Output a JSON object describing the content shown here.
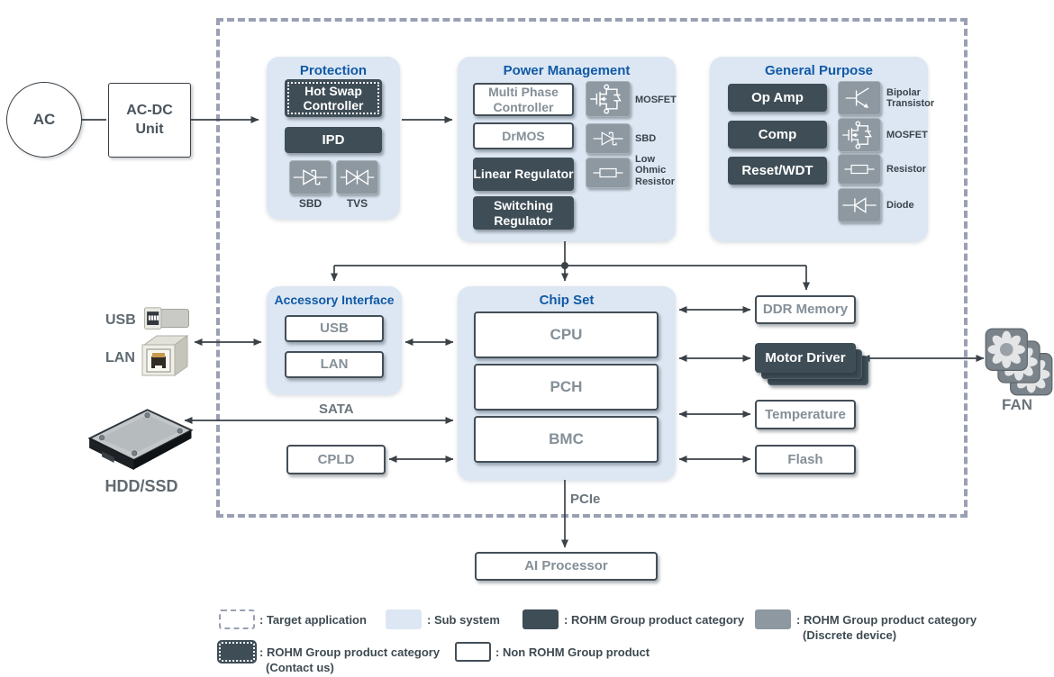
{
  "colors": {
    "panel_blue": "#dce7f3",
    "title_blue": "#1159a6",
    "rohm_dark": "#3e4d56",
    "discrete_grey": "#8d98a0",
    "line_grey": "#3a4147",
    "dashed_border": "#99a0b2"
  },
  "ac": {
    "source": "AC",
    "unit": "AC-DC Unit"
  },
  "protection": {
    "title": "Protection",
    "hot_swap": "Hot Swap Controller",
    "ipd": "IPD",
    "devices": [
      {
        "label": "SBD"
      },
      {
        "label": "TVS"
      }
    ]
  },
  "power": {
    "title": "Power Management",
    "multi_phase": "Multi Phase Controller",
    "drmos": "DrMOS",
    "linear_regulator": "Linear Regulator",
    "switching_regulator": "Switching Regulator",
    "devices": [
      {
        "label": "MOSFET"
      },
      {
        "label": "SBD"
      },
      {
        "label": "Low Ohmic Resistor"
      }
    ]
  },
  "general": {
    "title": "General Purpose",
    "op_amp": "Op Amp",
    "comp": "Comp",
    "reset_wdt": "Reset/WDT",
    "devices": [
      {
        "label": "Bipolar Transistor"
      },
      {
        "label": "MOSFET"
      },
      {
        "label": "Resistor"
      },
      {
        "label": "Diode"
      }
    ]
  },
  "accessory": {
    "title": "Accessory Interface",
    "usb": "USB",
    "lan": "LAN"
  },
  "chipset": {
    "title": "Chip Set",
    "cpu": "CPU",
    "pch": "PCH",
    "bmc": "BMC"
  },
  "right": {
    "ddr": "DDR Memory",
    "motor": "Motor Driver",
    "temperature": "Temperature",
    "flash": "Flash"
  },
  "io": {
    "usb": "USB",
    "lan": "LAN",
    "hdd": "HDD/SSD",
    "fan": "FAN"
  },
  "buses": {
    "sata": "SATA",
    "pcie": "PCIe"
  },
  "cpld": "CPLD",
  "ai_processor": "AI Processor",
  "legend": {
    "target": ": Target application",
    "subsystem": ": Sub system",
    "rohm": ": ROHM Group product category",
    "discrete_line1": ": ROHM Group product category",
    "discrete_line2": "(Discrete device)",
    "contact_line1": ": ROHM Group product category",
    "contact_line2": "(Contact us)",
    "non_rohm": ": Non ROHM Group product"
  }
}
